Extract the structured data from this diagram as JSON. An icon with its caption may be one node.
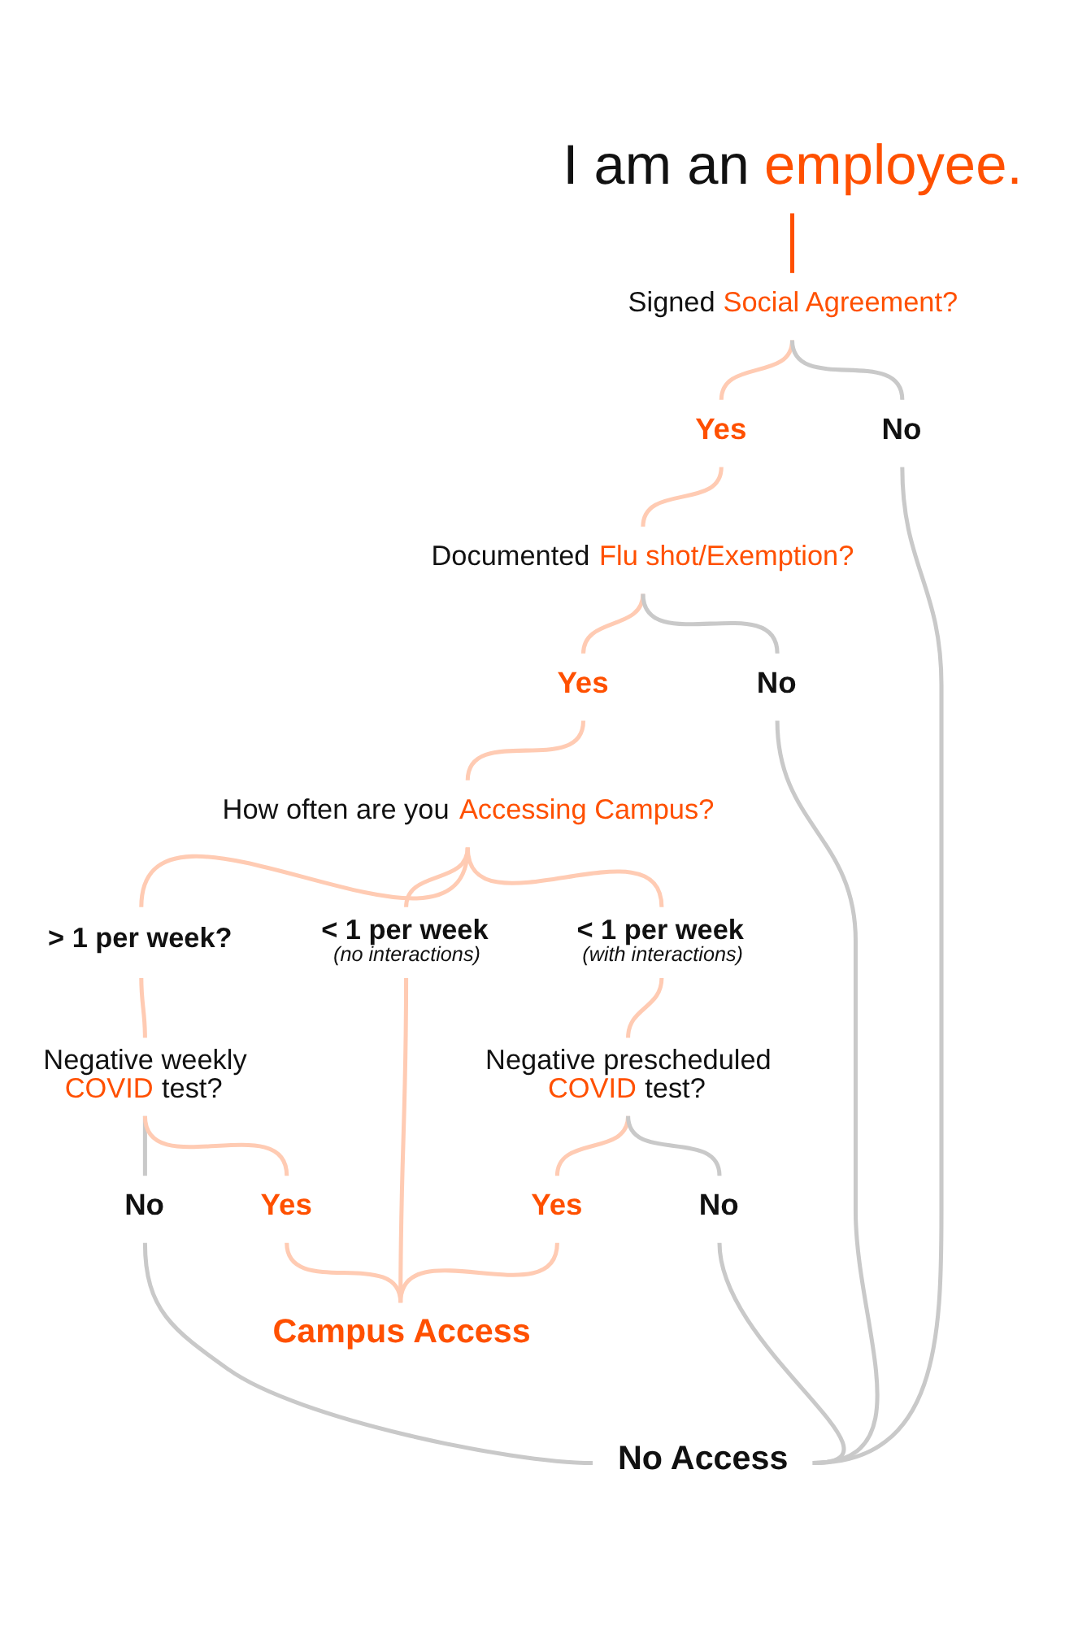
{
  "diagram": {
    "nodes": [
      {
        "text": [
          "I am an employee."
        ]
      },
      {
        "text": [
          "Signed Social Agreement?"
        ]
      },
      {
        "text": [
          "Yes"
        ]
      },
      {
        "text": [
          "No"
        ]
      },
      {
        "text": [
          "Documented Flu shot/Exemption?"
        ]
      },
      {
        "text": [
          "Yes"
        ]
      },
      {
        "text": [
          "No"
        ]
      },
      {
        "text": [
          "How often are you Accessing Campus?"
        ]
      },
      {
        "text": [
          "> 1 per week?"
        ]
      },
      {
        "text": [
          "< 1 per week",
          "(no interactions)"
        ]
      },
      {
        "text": [
          "< 1 per week",
          "(with interactions)"
        ]
      },
      {
        "text": [
          "Negative weekly COVID test?"
        ]
      },
      {
        "text": [
          "Negative prescheduled COVID test?"
        ]
      },
      {
        "text": [
          "No"
        ]
      },
      {
        "text": [
          "Yes"
        ]
      },
      {
        "text": [
          "Yes"
        ]
      },
      {
        "text": [
          "No"
        ]
      },
      {
        "text": [
          "Campus Access"
        ]
      },
      {
        "text": [
          "No Access"
        ]
      }
    ],
    "edges": [
      {
        "from": 0,
        "to": 1,
        "arrow": "none",
        "color": "#ff5000"
      },
      {
        "from": 1,
        "to": 2,
        "arrow": "none"
      },
      {
        "from": 1,
        "to": 3,
        "arrow": "none",
        "color": "#c9c9c9"
      },
      {
        "from": 2,
        "to": 4,
        "arrow": "none"
      },
      {
        "from": 3,
        "to": 18,
        "arrow": "none",
        "color": "#c9c9c9"
      },
      {
        "from": 4,
        "to": 5,
        "arrow": "none"
      },
      {
        "from": 4,
        "to": 6,
        "arrow": "none",
        "color": "#c9c9c9"
      },
      {
        "from": 5,
        "to": 7,
        "arrow": "none"
      },
      {
        "from": 6,
        "to": 18,
        "arrow": "none",
        "color": "#c9c9c9"
      },
      {
        "from": 7,
        "to": 8,
        "arrow": "none"
      },
      {
        "from": 7,
        "to": 9,
        "arrow": "none"
      },
      {
        "from": 7,
        "to": 10,
        "arrow": "none"
      },
      {
        "from": 8,
        "to": 11,
        "arrow": "none"
      },
      {
        "from": 9,
        "to": 17,
        "arrow": "none"
      },
      {
        "from": 10,
        "to": 12,
        "arrow": "none"
      },
      {
        "from": 11,
        "to": 13,
        "arrow": "none",
        "color": "#c9c9c9"
      },
      {
        "from": 11,
        "to": 14,
        "arrow": "none"
      },
      {
        "from": 12,
        "to": 15,
        "arrow": "none"
      },
      {
        "from": 12,
        "to": 16,
        "arrow": "none",
        "color": "#c9c9c9"
      },
      {
        "from": 13,
        "to": 18,
        "arrow": "none",
        "color": "#c9c9c9"
      },
      {
        "from": 14,
        "to": 17,
        "arrow": "none"
      },
      {
        "from": 15,
        "to": 17,
        "arrow": "none"
      },
      {
        "from": 16,
        "to": 18,
        "arrow": "none",
        "color": "#c9c9c9"
      }
    ]
  }
}
